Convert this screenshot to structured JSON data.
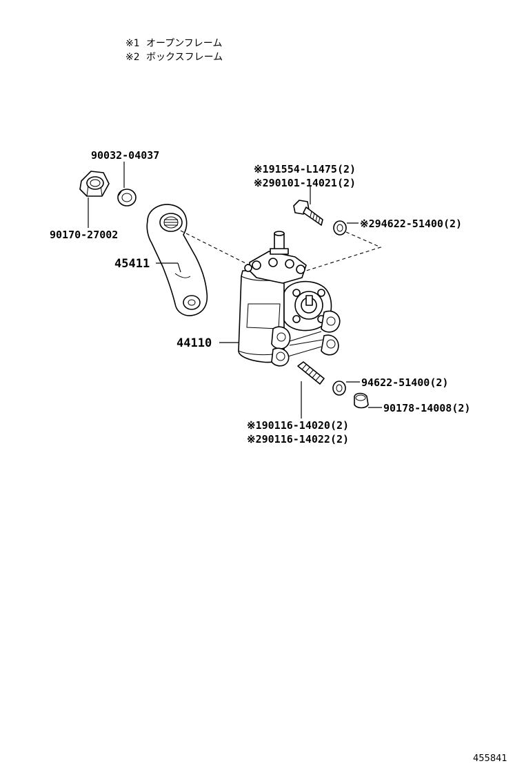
{
  "legend": [
    {
      "mark": "※1",
      "text": "オープンフレーム"
    },
    {
      "mark": "※2",
      "text": "ボックスフレーム"
    }
  ],
  "labels": {
    "washer_top": "90032-04037",
    "nut_top": "90170-27002",
    "pitman_arm": "45411",
    "gear_housing": "44110",
    "bolt_open": "※191554-L1475(2)",
    "bolt_box": "※290101-14021(2)",
    "washer_right": "※294622-51400(2)",
    "washer_lower": "94622-51400(2)",
    "nut_lower": "90178-14008(2)",
    "stud_open": "※190116-14020(2)",
    "stud_box": "※290116-14022(2)"
  },
  "figure_id": "455841"
}
